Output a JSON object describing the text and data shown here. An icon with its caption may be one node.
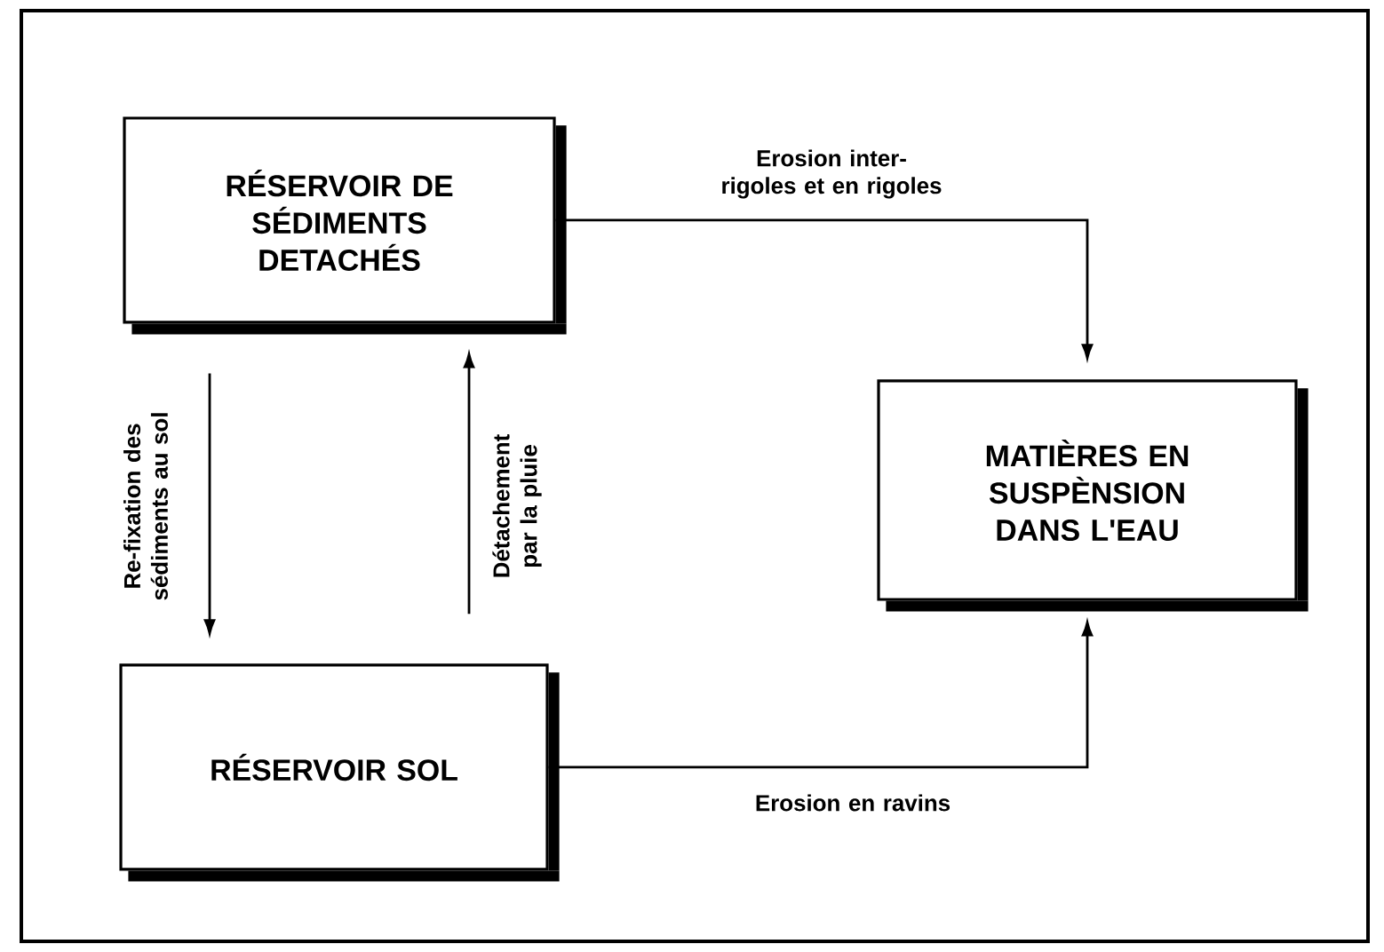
{
  "diagram": {
    "nodes": [
      {
        "text": [
          "RÉSERVOIR DE SÉDIMENTS DETACHÉS"
        ]
      },
      {
        "text": [
          "RÉSERVOIR SOL"
        ]
      },
      {
        "text": [
          "MATIÈRES EN SUSPÈNSION DANS L'EAU"
        ]
      }
    ],
    "edges": [
      {
        "from": 0,
        "to": 2,
        "arrow": "to",
        "label": "Erosion inter-rigoles et en rigoles"
      },
      {
        "from": 1,
        "to": 2,
        "arrow": "to",
        "label": "Erosion en ravins"
      },
      {
        "from": 0,
        "to": 1,
        "arrow": "to",
        "label": "Re-fixation des sédiments au sol"
      },
      {
        "from": 1,
        "to": 0,
        "arrow": "to",
        "label": "Détachement par la pluie"
      }
    ]
  }
}
